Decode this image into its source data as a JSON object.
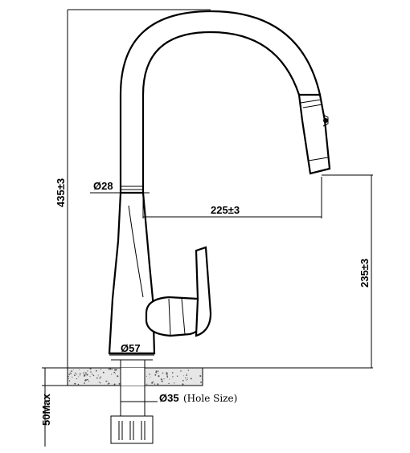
{
  "dimensions": {
    "total_height": "435±3",
    "spout_diameter": "Ø28",
    "reach": "225±3",
    "spout_height": "235±3",
    "base_diameter": "Ø57",
    "hole_diameter": "Ø35",
    "hole_note": "(Hole Size)",
    "max_counter_thickness": "50Max"
  },
  "colors": {
    "line": "#000000",
    "background": "#ffffff",
    "counter_fill": "#d9d9d9"
  }
}
